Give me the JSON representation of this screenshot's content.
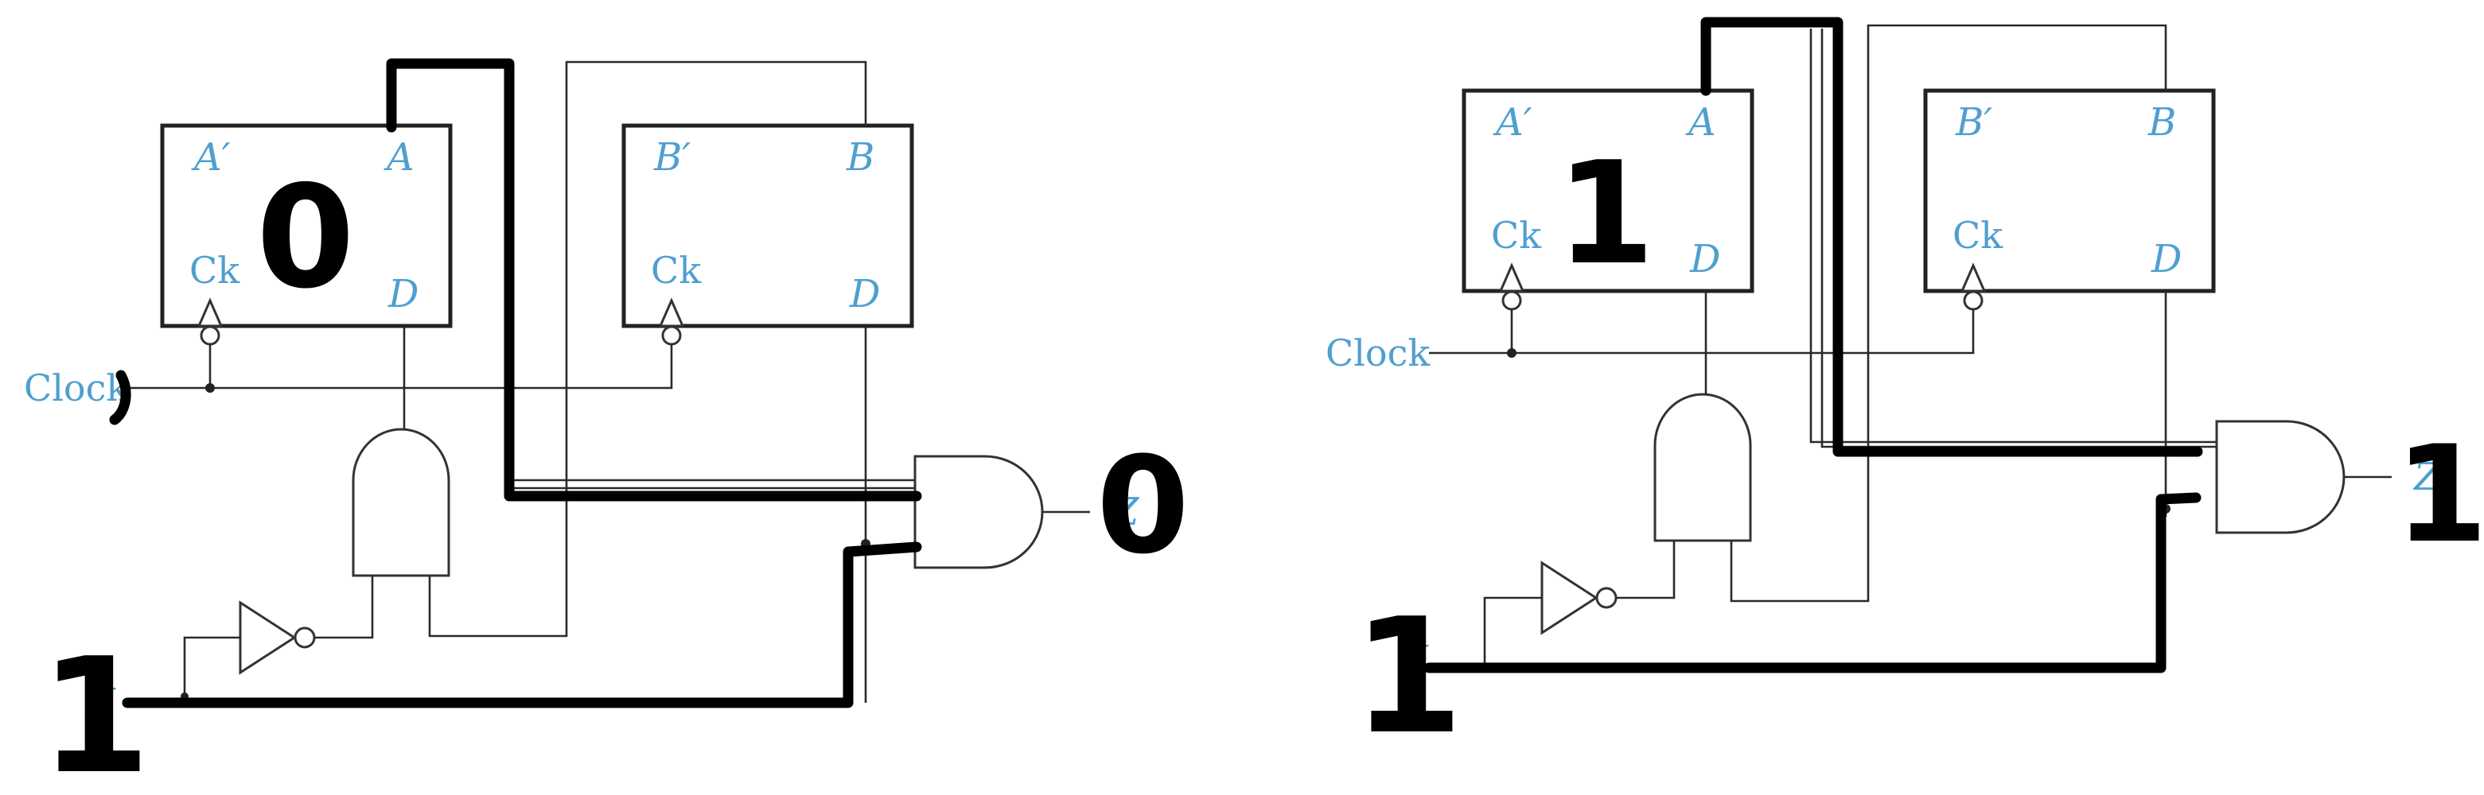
{
  "colors": {
    "label": "#4f9fd0",
    "wire": "#2a2a2a",
    "ink": "#000000"
  },
  "left_circuit": {
    "ff_a": {
      "out_neg": "A′",
      "out_pos": "A",
      "clk": "Ck",
      "in": "D"
    },
    "ff_b": {
      "out_neg": "B′",
      "out_pos": "B",
      "clk": "Ck",
      "in": "D"
    },
    "clock_label": "Clock",
    "x_label": "X",
    "z_label": "Z",
    "annotations": {
      "a_state": "0",
      "x_value": "1",
      "z_value": "0"
    }
  },
  "right_circuit": {
    "ff_a": {
      "out_neg": "A′",
      "out_pos": "A",
      "clk": "Ck",
      "in": "D"
    },
    "ff_b": {
      "out_neg": "B′",
      "out_pos": "B",
      "clk": "Ck",
      "in": "D"
    },
    "clock_label": "Clock",
    "x_label": "X",
    "z_label": "Z",
    "annotations": {
      "a_state": "1",
      "x_value": "1",
      "z_value": "1"
    }
  }
}
